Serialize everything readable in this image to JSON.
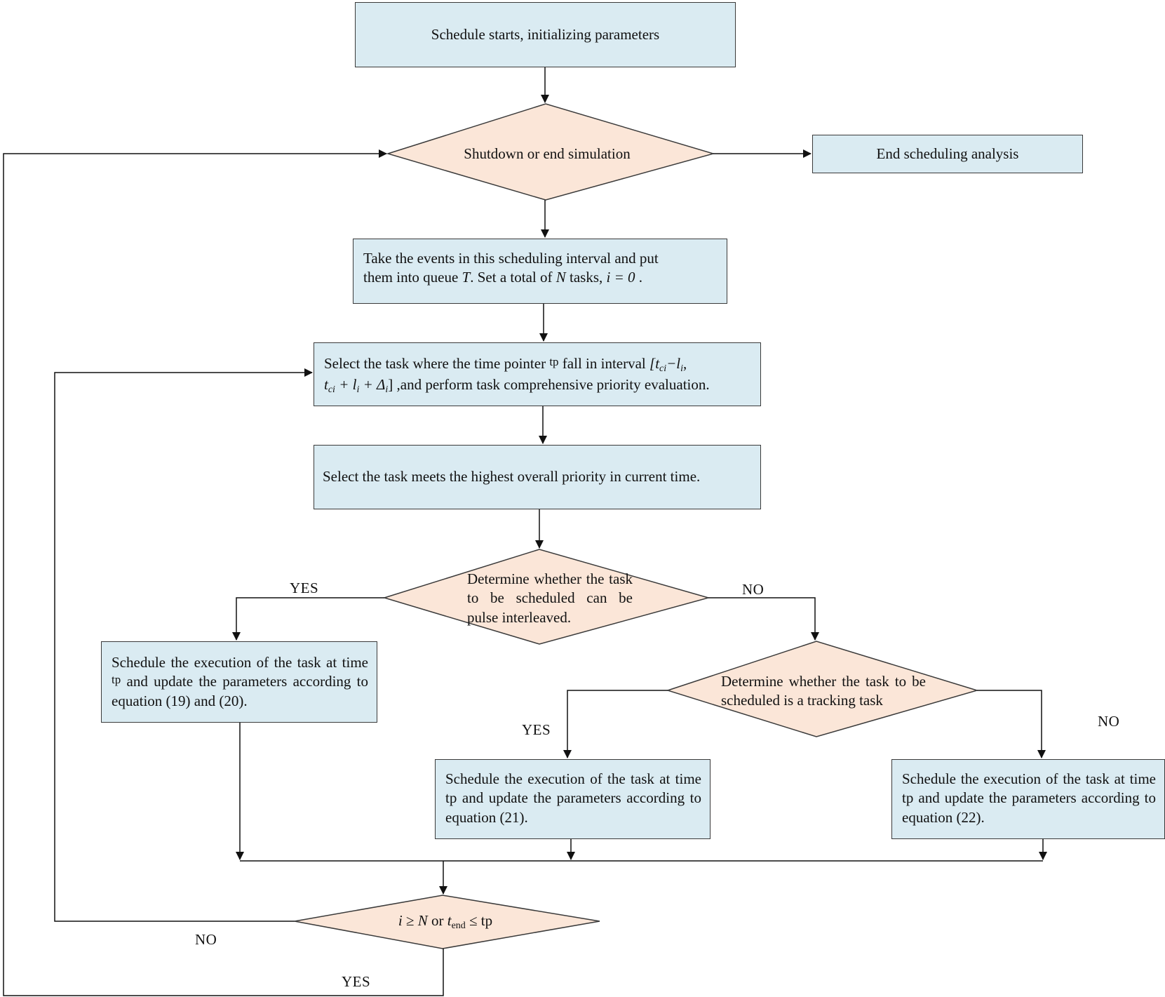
{
  "nodes": {
    "start": "Schedule starts, initializing parameters",
    "decision_shutdown": "Shutdown or end simulation",
    "end": "End scheduling analysis",
    "take_events": {
      "line1": "Take the events in this scheduling interval and put",
      "line2_a": "them into queue ",
      "line2_T": "T",
      "line2_b": ". Set a total of ",
      "line2_N": "N",
      "line2_c": " tasks, ",
      "line2_eq": "i = 0",
      "line2_d": " ."
    },
    "select_interval": {
      "part_a": "Select the task where the time pointer ",
      "tp": "tp",
      "part_b": " fall in interval ",
      "interval_open": "[t",
      "interval_sub1": "ci",
      "interval_mid1": "−l",
      "interval_sub2": "i",
      "interval_comma": ",",
      "line2_t": "t",
      "line2_sub1": "ci",
      "line2_plus1": " + l",
      "line2_sub2": "i",
      "line2_plus2": " + Δ",
      "line2_sub3": "i",
      "line2_close": "]",
      "line2_rest": " ,and perform task comprehensive priority evaluation."
    },
    "select_highest": "Select the task meets the highest overall priority in current time.",
    "decision_interleave": "Determine whether the task to be scheduled can be pulse interleaved.",
    "schedule_eq19": {
      "a": "Schedule the execution of the task at time ",
      "tp": "tp",
      "b": " and update the parameters according to equation (19) and (20)."
    },
    "decision_tracking": "Determine whether the task to be scheduled is a tracking task",
    "schedule_eq21": "Schedule the execution of the task at time tp and update the parameters according to equation (21).",
    "schedule_eq22": "Schedule the execution of the task at time tp and update the parameters according to equation (22).",
    "decision_final": {
      "i": "i",
      "ge": " ≥ ",
      "N": "N",
      "or": " or ",
      "t": "t",
      "sub": "end",
      "le": " ≤ tp"
    }
  },
  "labels": {
    "yes_interleave": "YES",
    "no_interleave": "NO",
    "yes_tracking": "YES",
    "no_tracking": "NO",
    "no_final": "NO",
    "yes_final": "YES"
  },
  "colors": {
    "process_fill": "#daebf2",
    "decision_fill": "#fbe6d8",
    "stroke": "#3a3a3a"
  }
}
